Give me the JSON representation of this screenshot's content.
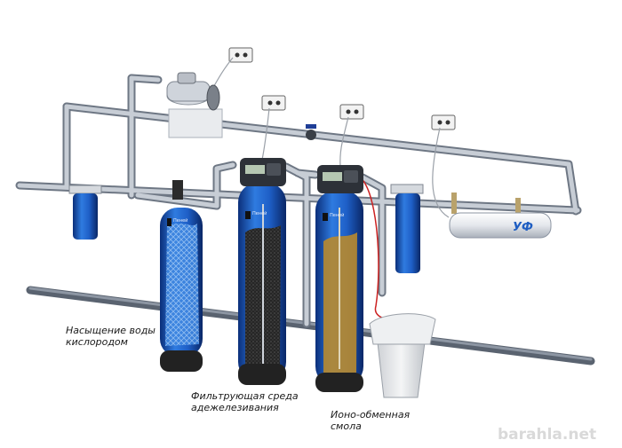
{
  "labels": {
    "oxygen": [
      "Насыщение воды",
      "кислородом"
    ],
    "deferrization": [
      "Фильтрующая среда",
      "адежелезивания"
    ],
    "ion_exchange": [
      "Ионо-обменная",
      "смола"
    ]
  },
  "uv_label": "УФ",
  "brand_label": "Пеней",
  "watermark": "barahla.net",
  "colors": {
    "pipe": "#a8b0bc",
    "tank_blue": "#1e5fc7",
    "tank_dark": "#0b2f7a",
    "tank_base": "#222222",
    "media_iron": "#2a2a2a",
    "resin": "#b88a2e",
    "cable_red": "#cc2222",
    "uv_text": "#1f5ec2"
  },
  "icons": [
    "aerator-compressor-icon",
    "power-socket-icon",
    "ball-valve-icon",
    "control-valve-icon",
    "brine-tank-icon",
    "uv-lamp-icon"
  ]
}
